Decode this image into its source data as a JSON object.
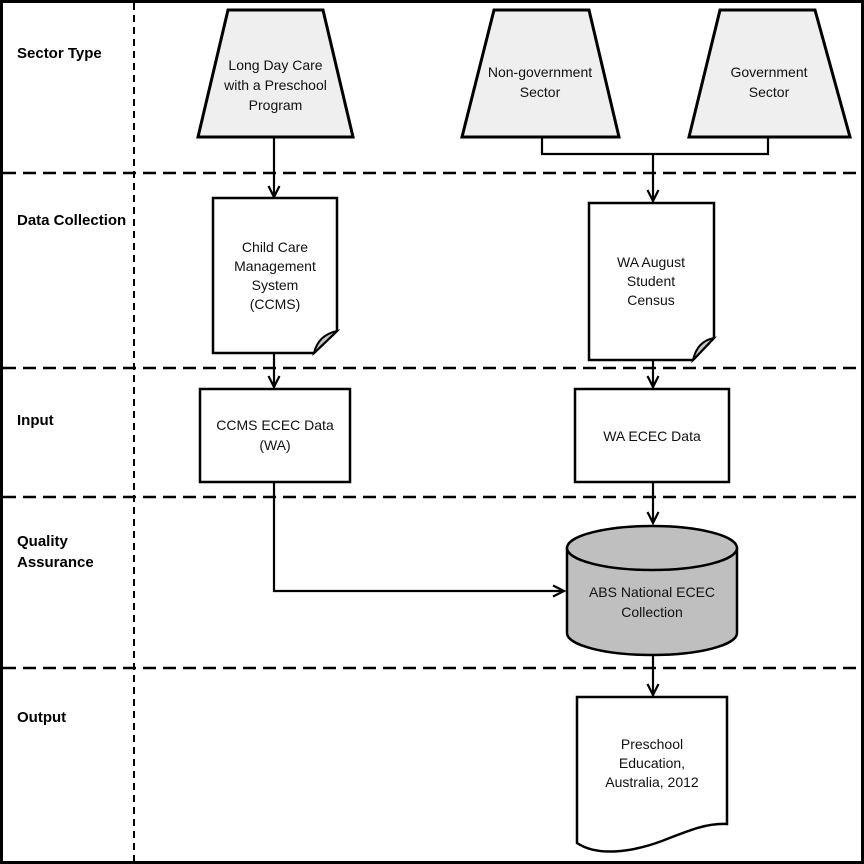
{
  "diagram_type": "flowchart",
  "rows": [
    {
      "id": "sector-type",
      "label": "Sector Type"
    },
    {
      "id": "data-collection",
      "label": "Data Collection"
    },
    {
      "id": "input",
      "label": "Input"
    },
    {
      "id": "quality-assurance",
      "label": "Quality Assurance"
    },
    {
      "id": "output",
      "label": "Output"
    }
  ],
  "nodes": {
    "long_day_care": {
      "shape": "trapezoid",
      "lines": [
        "Long Day Care",
        "with a Preschool",
        "Program"
      ]
    },
    "non_government": {
      "shape": "trapezoid",
      "lines": [
        "Non-government",
        "Sector"
      ]
    },
    "government": {
      "shape": "trapezoid",
      "lines": [
        "Government",
        "Sector"
      ]
    },
    "ccms": {
      "shape": "document",
      "lines": [
        "Child Care",
        "Management",
        "System",
        "(CCMS)"
      ]
    },
    "census": {
      "shape": "document",
      "lines": [
        "WA August",
        "Student",
        "Census"
      ]
    },
    "ccms_ecec": {
      "shape": "rectangle",
      "lines": [
        "CCMS ECEC Data",
        "(WA)"
      ]
    },
    "wa_ecec": {
      "shape": "rectangle",
      "lines": [
        "WA ECEC Data"
      ]
    },
    "abs_collection": {
      "shape": "cylinder",
      "lines": [
        "ABS National ECEC",
        "Collection"
      ]
    },
    "publication": {
      "shape": "wavy-document",
      "lines": [
        "Preschool",
        "Education,",
        "Australia, 2012"
      ]
    }
  },
  "colors": {
    "border": "#000000",
    "trapezoid_fill": "#efefef",
    "document_fill": "#ffffff",
    "fold_fill": "#c8c8c8",
    "cylinder_fill": "#bfbfbf",
    "line": "#000000",
    "background": "#ffffff"
  }
}
